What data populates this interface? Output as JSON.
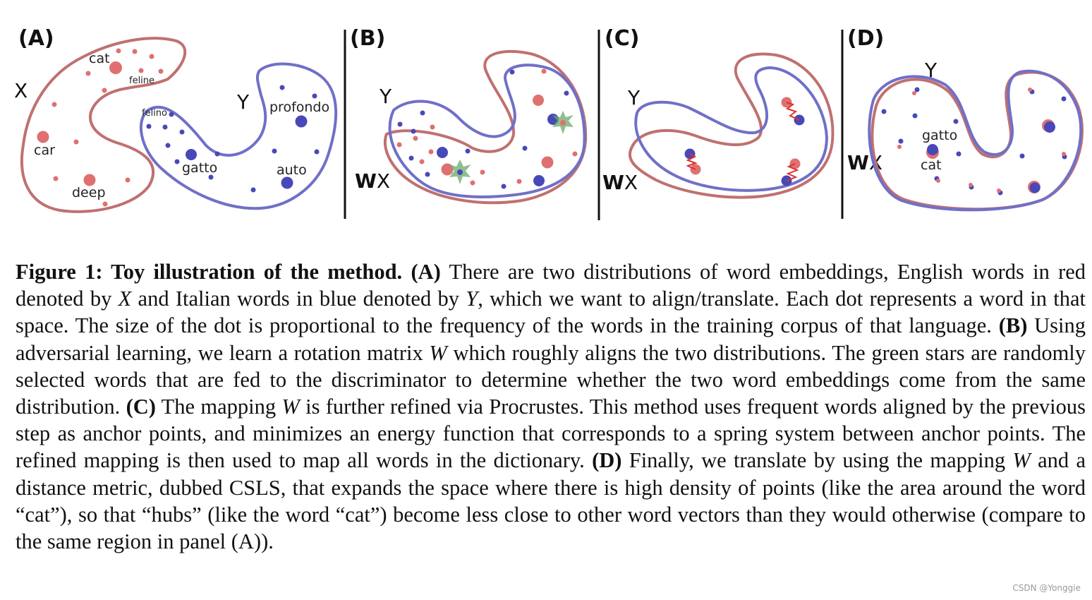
{
  "figure": {
    "panels": {
      "A": {
        "letter": "(A)",
        "x_label": "X",
        "y_label": "Y",
        "words": [
          "cat",
          "feline",
          "car",
          "deep",
          "felino",
          "profondo",
          "gatto",
          "auto"
        ]
      },
      "B": {
        "letter": "(B)",
        "y_label": "Y",
        "wx_bold": "W",
        "wx_rest": "X"
      },
      "C": {
        "letter": "(C)",
        "y_label": "Y",
        "wx_bold": "W",
        "wx_rest": "X"
      },
      "D": {
        "letter": "(D)",
        "y_label": "Y",
        "wx_bold": "W",
        "wx_rest": "X",
        "words": [
          "gatto",
          "cat"
        ]
      }
    },
    "colors": {
      "english_red": "#c07070",
      "italian_blue": "#7070c8",
      "star_green": "#6aaa6a",
      "spring_red": "#e03030"
    }
  },
  "caption": {
    "label": "Figure 1: Toy illustration of the method.",
    "a_tag": "(A)",
    "a_text1": "There are two distributions of word embeddings, English words in red denoted by",
    "a_x": "X",
    "a_text2": "and Italian words in blue denoted by",
    "a_y": "Y",
    "a_text3": ", which we want to align/translate.  Each dot represents a word in that space. The size of the dot is proportional to the frequency of the words in the training corpus of that language.",
    "b_tag": "(B)",
    "b_text1": "Using adversarial learning, we learn a rotation matrix",
    "b_w": "W",
    "b_text2": "which roughly aligns the two distributions.  The green stars are randomly selected words that are fed to the discriminator to determine whether the two word embeddings come from the same distribution.",
    "c_tag": "(C)",
    "c_text1": "The mapping",
    "c_w": "W",
    "c_text2": "is further refined via Procrustes.  This method uses frequent words aligned by the previous step as anchor points, and minimizes an energy function that corresponds to a spring system between anchor points. The refined mapping is then used to map all words in the dictionary.",
    "d_tag": "(D)",
    "d_text1": "Finally, we translate by using the mapping",
    "d_w": "W",
    "d_text2": "and a distance metric, dubbed CSLS, that expands the space where there is high density of points (like the area around the word “cat”), so that “hubs” (like the word “cat”) become less close to other word vectors than they would otherwise (compare to the same region in panel (A))."
  },
  "watermark": "CSDN @Yonggie"
}
